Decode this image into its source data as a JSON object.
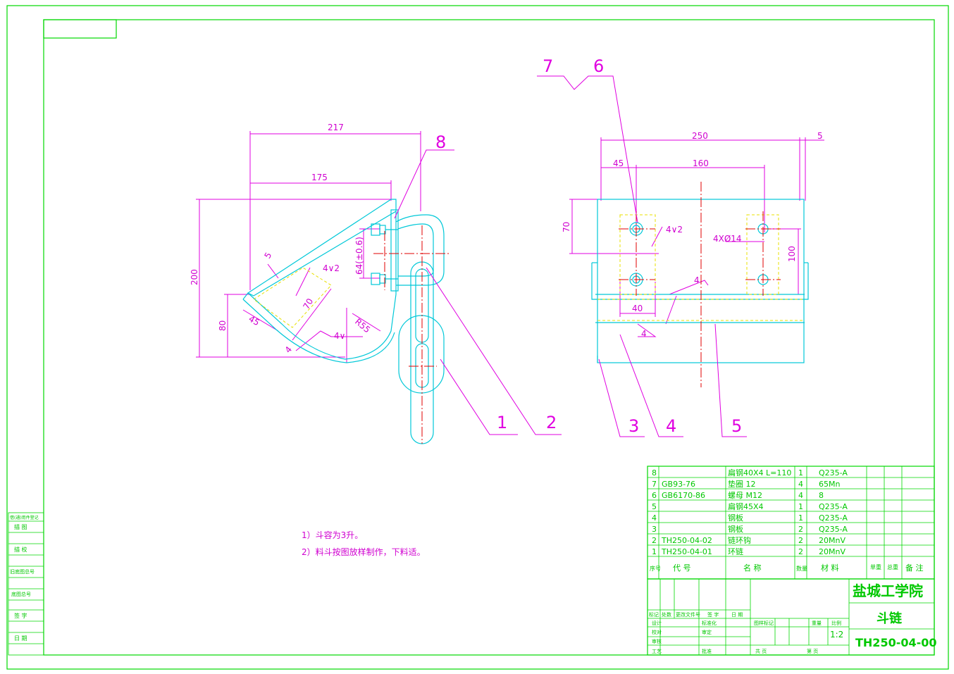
{
  "notes": [
    "1）斗容为3升。",
    "2）料斗按图放样制作，下料适。"
  ],
  "part_numbers": [
    "1",
    "2",
    "3",
    "4",
    "5",
    "6",
    "7",
    "8"
  ],
  "dimensions": {
    "d217": "217",
    "d175": "175",
    "d200": "200",
    "d80": "80",
    "d45": "45",
    "d70": "70",
    "d5": "5",
    "d64": "64(±0.6)",
    "r55": "R55",
    "d4": "4",
    "w4v2": "4∨2",
    "w4v": "4∨",
    "w4": "4",
    "d250": "250",
    "d5b": "5",
    "d45b": "45",
    "d160": "160",
    "d70b": "70",
    "d100": "100",
    "d40": "40",
    "holes": "4XØ14",
    "w4v2b": "4∨2"
  },
  "bom": {
    "rows": [
      {
        "no": "8",
        "code": "",
        "name": "扁钢40X4  L=110",
        "qty": "1",
        "material": "Q235-A"
      },
      {
        "no": "7",
        "code": "GB93-76",
        "name": "垫圈 12",
        "qty": "4",
        "material": "65Mn"
      },
      {
        "no": "6",
        "code": "GB6170-86",
        "name": "螺母 M12",
        "qty": "4",
        "material": "8"
      },
      {
        "no": "5",
        "code": "",
        "name": "扁钢45X4",
        "qty": "1",
        "material": "Q235-A"
      },
      {
        "no": "4",
        "code": "",
        "name": "钢板",
        "qty": "1",
        "material": "Q235-A"
      },
      {
        "no": "3",
        "code": "",
        "name": "钢板",
        "qty": "2",
        "material": "Q235-A"
      },
      {
        "no": "2",
        "code": "TH250-04-02",
        "name": "链环钩",
        "qty": "2",
        "material": "20MnV"
      },
      {
        "no": "1",
        "code": "TH250-04-01",
        "name": "环链",
        "qty": "2",
        "material": "20MnV"
      }
    ],
    "header": {
      "no": "序号",
      "code": "代  号",
      "name": "名  称",
      "qty": "数量",
      "material": "材  料",
      "unit_weight": "单重",
      "total_weight": "总重",
      "remark": "备 注"
    }
  },
  "title_block": {
    "school": "盐城工学院",
    "title": "斗链",
    "drawing_no": "TH250-04-00",
    "scale": "1:2",
    "labels": {
      "mark": "标记",
      "count": "处数",
      "change_doc": "更改文件号",
      "sign": "签 字",
      "date": "日 期",
      "design": "设计",
      "standardize": "标准化",
      "check": "校对",
      "review": "审定",
      "inspect": "审核",
      "process": "工艺",
      "approve": "批准",
      "stage_mark": "图样标记",
      "weight": "重量",
      "ratio": "比例",
      "total_sheets": "共  页",
      "sheet": "第  页"
    }
  },
  "left_column": [
    "借(通)用件登记",
    "描  图",
    "描  校",
    "旧底图总号",
    "底图总号",
    "签  字",
    "日  期"
  ]
}
